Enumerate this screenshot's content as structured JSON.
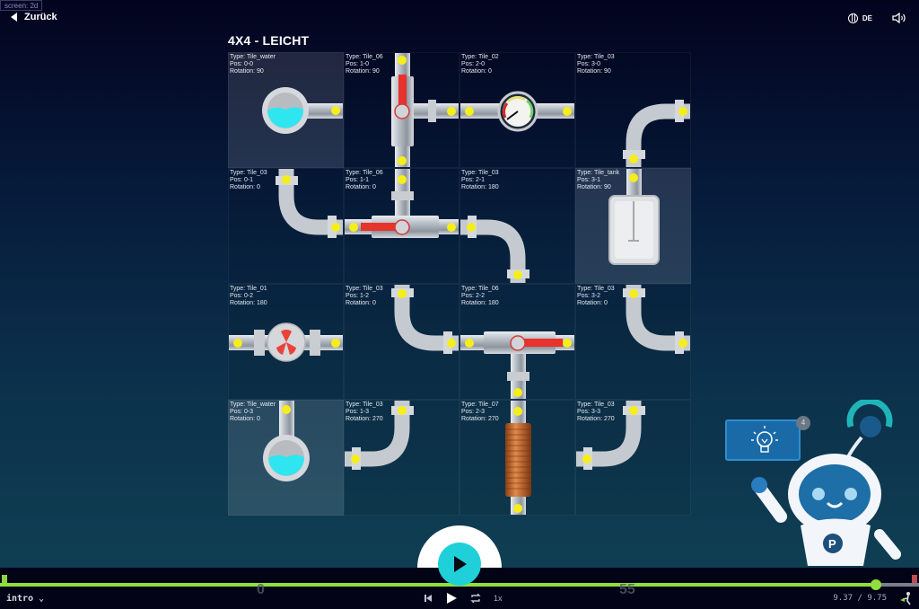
{
  "screen_tag": "screen: 2d",
  "header": {
    "back_label": "Zurück",
    "language": "DE",
    "sound_icon": "speaker-icon"
  },
  "level": {
    "title": "4X4 - LEICHT"
  },
  "labels": {
    "type": "Type: ",
    "pos": "Pos: ",
    "rotation": "Rotation: "
  },
  "tiles": [
    {
      "type": "Tile_water",
      "pos": "0-0",
      "rotation": "90",
      "col": 0,
      "row": 0,
      "highlight": true
    },
    {
      "type": "Tile_06",
      "pos": "1-0",
      "rotation": "90",
      "col": 1,
      "row": 0
    },
    {
      "type": "Tile_02",
      "pos": "2-0",
      "rotation": "0",
      "col": 2,
      "row": 0
    },
    {
      "type": "Tile_03",
      "pos": "3-0",
      "rotation": "90",
      "col": 3,
      "row": 0
    },
    {
      "type": "Tile_03",
      "pos": "0-1",
      "rotation": "0",
      "col": 0,
      "row": 1
    },
    {
      "type": "Tile_06",
      "pos": "1-1",
      "rotation": "0",
      "col": 1,
      "row": 1
    },
    {
      "type": "Tile_03",
      "pos": "2-1",
      "rotation": "180",
      "col": 2,
      "row": 1
    },
    {
      "type": "Tile_tank",
      "pos": "3-1",
      "rotation": "90",
      "col": 3,
      "row": 1,
      "highlight": true
    },
    {
      "type": "Tile_01",
      "pos": "0-2",
      "rotation": "180",
      "col": 0,
      "row": 2
    },
    {
      "type": "Tile_03",
      "pos": "1-2",
      "rotation": "0",
      "col": 1,
      "row": 2
    },
    {
      "type": "Tile_06",
      "pos": "2-2",
      "rotation": "180",
      "col": 2,
      "row": 2
    },
    {
      "type": "Tile_03",
      "pos": "3-2",
      "rotation": "0",
      "col": 3,
      "row": 2
    },
    {
      "type": "Tile_water",
      "pos": "0-3",
      "rotation": "0",
      "col": 0,
      "row": 3,
      "highlight": true
    },
    {
      "type": "Tile_03",
      "pos": "1-3",
      "rotation": "270",
      "col": 1,
      "row": 3
    },
    {
      "type": "Tile_07",
      "pos": "2-3",
      "rotation": "270",
      "col": 2,
      "row": 3
    },
    {
      "type": "Tile_03",
      "pos": "3-3",
      "rotation": "270",
      "col": 3,
      "row": 3
    }
  ],
  "hint": {
    "count": "4",
    "icon": "lightbulb-icon"
  },
  "player": {
    "chapter": "intro",
    "speed": "1x",
    "time_current": "9.37",
    "time_total": "9.75",
    "time_display": "9.37 / 9.75",
    "progress_percent": 95.3,
    "ghost_left": "0",
    "ghost_right": "55"
  },
  "colors": {
    "accent_green": "#8fe03a",
    "play_cyan": "#1fd0d8",
    "water": "#2fe6f0",
    "flow_red": "#e8322c",
    "port_yellow": "#f5ee1a"
  }
}
